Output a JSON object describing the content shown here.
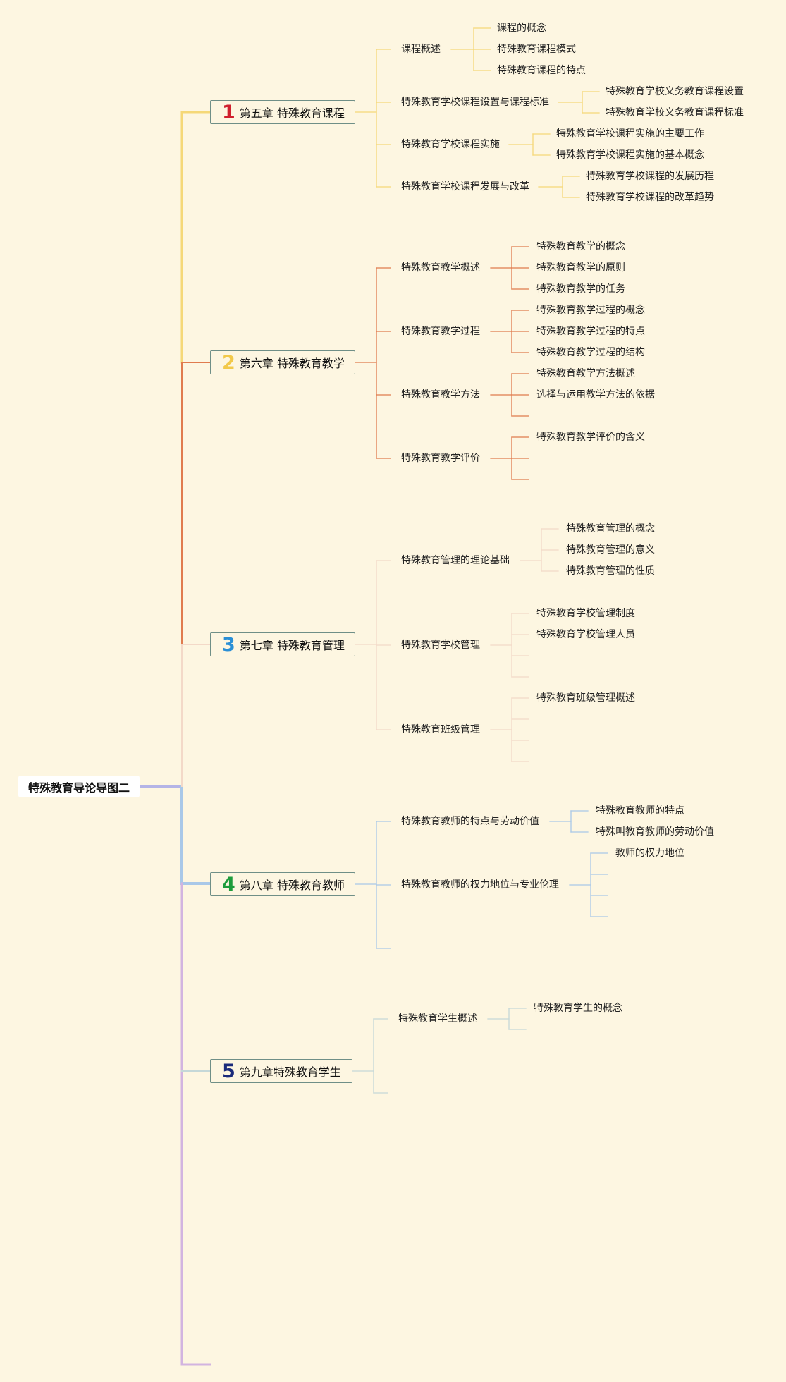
{
  "root": {
    "label": "特殊教育导论导图二"
  },
  "chapters": [
    {
      "num": "1",
      "title": "第五章 特殊教育课程",
      "num_color": "#d0202e",
      "topics": [
        {
          "label": "课程概述",
          "items": [
            "课程的概念",
            "特殊教育课程模式",
            "特殊教育课程的特点"
          ]
        },
        {
          "label": "特殊教育学校课程设置与课程标准",
          "items": [
            "特殊教育学校义务教育课程设置",
            "特殊教育学校义务教育课程标准"
          ]
        },
        {
          "label": "特殊教育学校课程实施",
          "items": [
            "特殊教育学校课程实施的主要工作",
            "特殊教育学校课程实施的基本概念"
          ]
        },
        {
          "label": "特殊教育学校课程发展与改革",
          "items": [
            "特殊教育学校课程的发展历程",
            "特殊教育学校课程的改革趋势"
          ]
        }
      ]
    },
    {
      "num": "2",
      "title": "第六章 特殊教育教学",
      "num_color": "#f2c94a",
      "topics": [
        {
          "label": "特殊教育教学概述",
          "items": [
            "特殊教育教学的概念",
            "特殊教育教学的原则",
            "特殊教育教学的任务"
          ]
        },
        {
          "label": "特殊教育教学过程",
          "items": [
            "特殊教育教学过程的概念",
            "特殊教育教学过程的特点",
            "特殊教育教学过程的结构"
          ]
        },
        {
          "label": "特殊教育教学方法",
          "items": [
            "特殊教育教学方法概述",
            "选择与运用教学方法的依据"
          ]
        },
        {
          "label": "特殊教育教学评价",
          "items": [
            "特殊教育教学评价的含义"
          ]
        }
      ]
    },
    {
      "num": "3",
      "title": "第七章 特殊教育管理",
      "num_color": "#2a8fd6",
      "topics": [
        {
          "label": "特殊教育管理的理论基础",
          "items": [
            "特殊教育管理的概念",
            "特殊教育管理的意义",
            "特殊教育管理的性质"
          ]
        },
        {
          "label": "特殊教育学校管理",
          "items": [
            "特殊教育学校管理制度",
            "特殊教育学校管理人员"
          ]
        },
        {
          "label": "特殊教育班级管理",
          "items": [
            "特殊教育班级管理概述"
          ]
        }
      ]
    },
    {
      "num": "4",
      "title": "第八章 特殊教育教师",
      "num_color": "#1e9c3c",
      "topics": [
        {
          "label": "特殊教育教师的特点与劳动价值",
          "items": [
            "特殊教育教师的特点",
            "特殊叫教育教师的劳动价值"
          ]
        },
        {
          "label": "特殊教育教师的权力地位与专业伦理",
          "items": [
            "教师的权力地位"
          ]
        }
      ]
    },
    {
      "num": "5",
      "title": "第九章特殊教育学生",
      "num_color": "#1a2a7a",
      "topics": [
        {
          "label": "特殊教育学生概述",
          "items": [
            "特殊教育学生的概念"
          ]
        }
      ]
    }
  ],
  "colors": {
    "background": "#fdf6e1",
    "branch_1": "#f5d878",
    "branch_2": "#e07b4e",
    "branch_3": "#f3d9c8",
    "branch_4": "#a9c8e8",
    "branch_5": "#c5d8d8",
    "trunk_bottom": "#d2b4e0",
    "root_link": "#b4b4e6"
  }
}
